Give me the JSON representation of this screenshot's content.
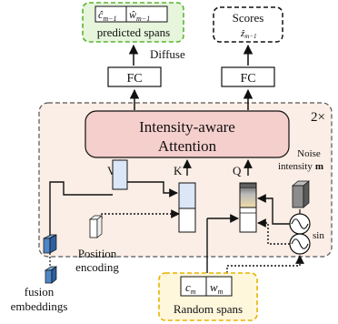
{
  "predicted": {
    "cell1": "ĉ",
    "cell1_sub": "m−1",
    "cell2": "ŵ",
    "cell2_sub": "m−1",
    "caption": "predicted spans"
  },
  "diffuse_label": "Diffuse",
  "scores": {
    "title": "Scores",
    "value": "ẑ",
    "value_sub": "m−1"
  },
  "fc_left_label": "FC",
  "fc_right_label": "FC",
  "repeat_label": "2×",
  "attention": {
    "line1": "Intensity-aware",
    "line2": "Attention"
  },
  "qkv": {
    "v": "V",
    "k": "K",
    "q": "Q"
  },
  "noise": {
    "line1": "Noise",
    "line2": "intensity",
    "symbol": "m"
  },
  "sin_label": "sin",
  "position_encoding": {
    "line1": "Position",
    "line2": "encoding"
  },
  "fusion_embeddings": {
    "line1": "fusion",
    "line2": "embeddings"
  },
  "random": {
    "cell1": "c",
    "cell1_sub": "m",
    "cell2": "w",
    "cell2_sub": "m",
    "caption": "Random spans"
  },
  "colors": {
    "panel_fill": "#fbeee6",
    "attention_fill": "#f4cfcc",
    "predicted_fill": "#e6f5dc",
    "predicted_border": "#5ab432",
    "random_fill": "#fff7dc",
    "random_border": "#e8b400",
    "token_blue": "#dbe6f7",
    "embed_blue": "#4f86c6",
    "noise_gray": "#8c8c8c"
  }
}
